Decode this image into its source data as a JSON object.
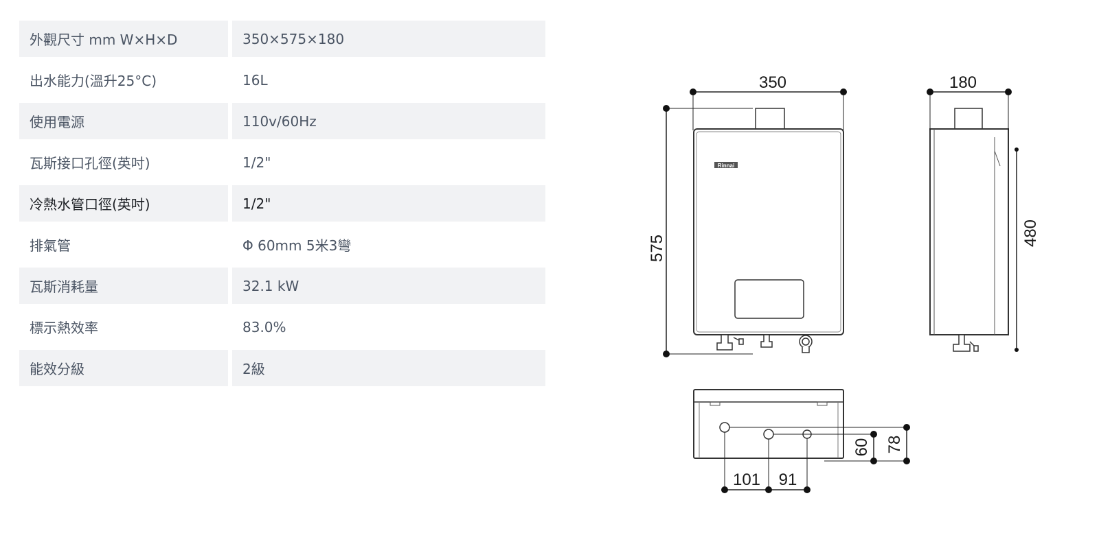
{
  "specs": [
    {
      "label": "外觀尺寸 mm W×H×D",
      "value": "350×575×180"
    },
    {
      "label": "出水能力(溫升25°C)",
      "value": "16L"
    },
    {
      "label": "使用電源",
      "value": "110v/60Hz"
    },
    {
      "label": "瓦斯接口孔徑(英吋)",
      "value": "1/2\""
    },
    {
      "label": "冷熱水管口徑(英吋)",
      "value": "1/2\""
    },
    {
      "label": "排氣管",
      "value": "Φ 60mm 5米3彎"
    },
    {
      "label": "瓦斯消耗量",
      "value": "32.1 kW"
    },
    {
      "label": "標示熱效率",
      "value": "83.0%"
    },
    {
      "label": "能效分級",
      "value": "2級"
    }
  ],
  "drawing": {
    "brand_logo": "Rinnai",
    "front_width": "350",
    "front_height": "575",
    "side_depth": "180",
    "side_height": "480",
    "bottom_spacing_left": "101",
    "bottom_spacing_right": "91",
    "bottom_depth_inner": "60",
    "bottom_depth_outer": "78"
  }
}
